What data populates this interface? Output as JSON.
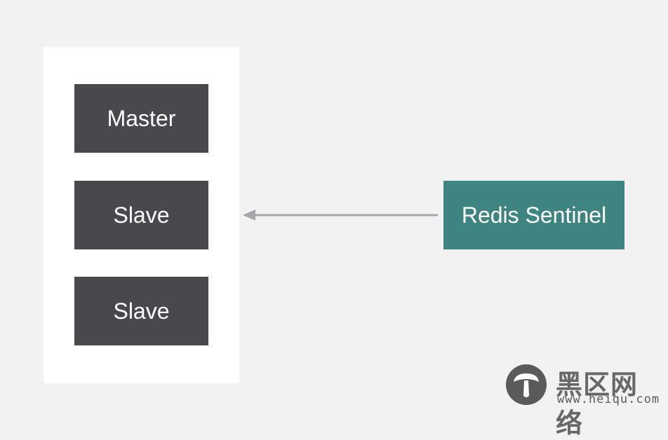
{
  "nodes": {
    "master": "Master",
    "slave_1": "Slave",
    "slave_2": "Slave",
    "sentinel": "Redis Sentinel"
  },
  "colors": {
    "background": "#f2f2f2",
    "panel": "#ffffff",
    "node": "#4a484d",
    "sentinel": "#3e8480",
    "arrow": "#a6a6ab"
  },
  "watermark": {
    "title": "黑区网络",
    "url": "www.heiqu.com"
  }
}
